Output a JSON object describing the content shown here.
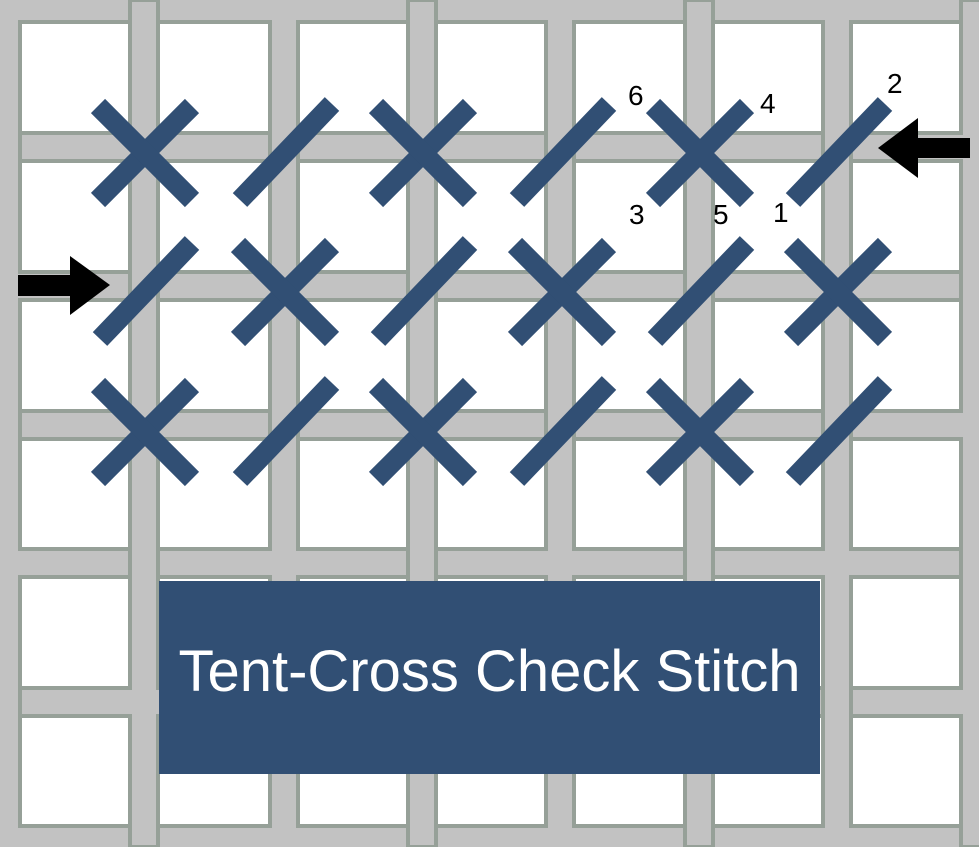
{
  "title": "Tent-Cross Check Stitch",
  "colors": {
    "canvas_bg": "#ffffff",
    "thread_fill": "#c2c2c2",
    "thread_edge": "#96a098",
    "stitch": "#314f74",
    "arrow": "#000000",
    "title_bg": "#314f74",
    "title_text": "#ffffff"
  },
  "stitch_rows": [
    [
      "cross",
      "tent",
      "cross",
      "tent",
      "cross",
      "tent"
    ],
    [
      "tent",
      "cross",
      "tent",
      "cross",
      "tent",
      "cross"
    ],
    [
      "cross",
      "tent",
      "cross",
      "tent",
      "cross",
      "tent"
    ]
  ],
  "step_labels": [
    "1",
    "2",
    "3",
    "4",
    "5",
    "6"
  ],
  "arrows": [
    {
      "name": "start-arrow",
      "direction": "left",
      "row": 1
    },
    {
      "name": "return-arrow",
      "direction": "right",
      "row": 2
    }
  ]
}
